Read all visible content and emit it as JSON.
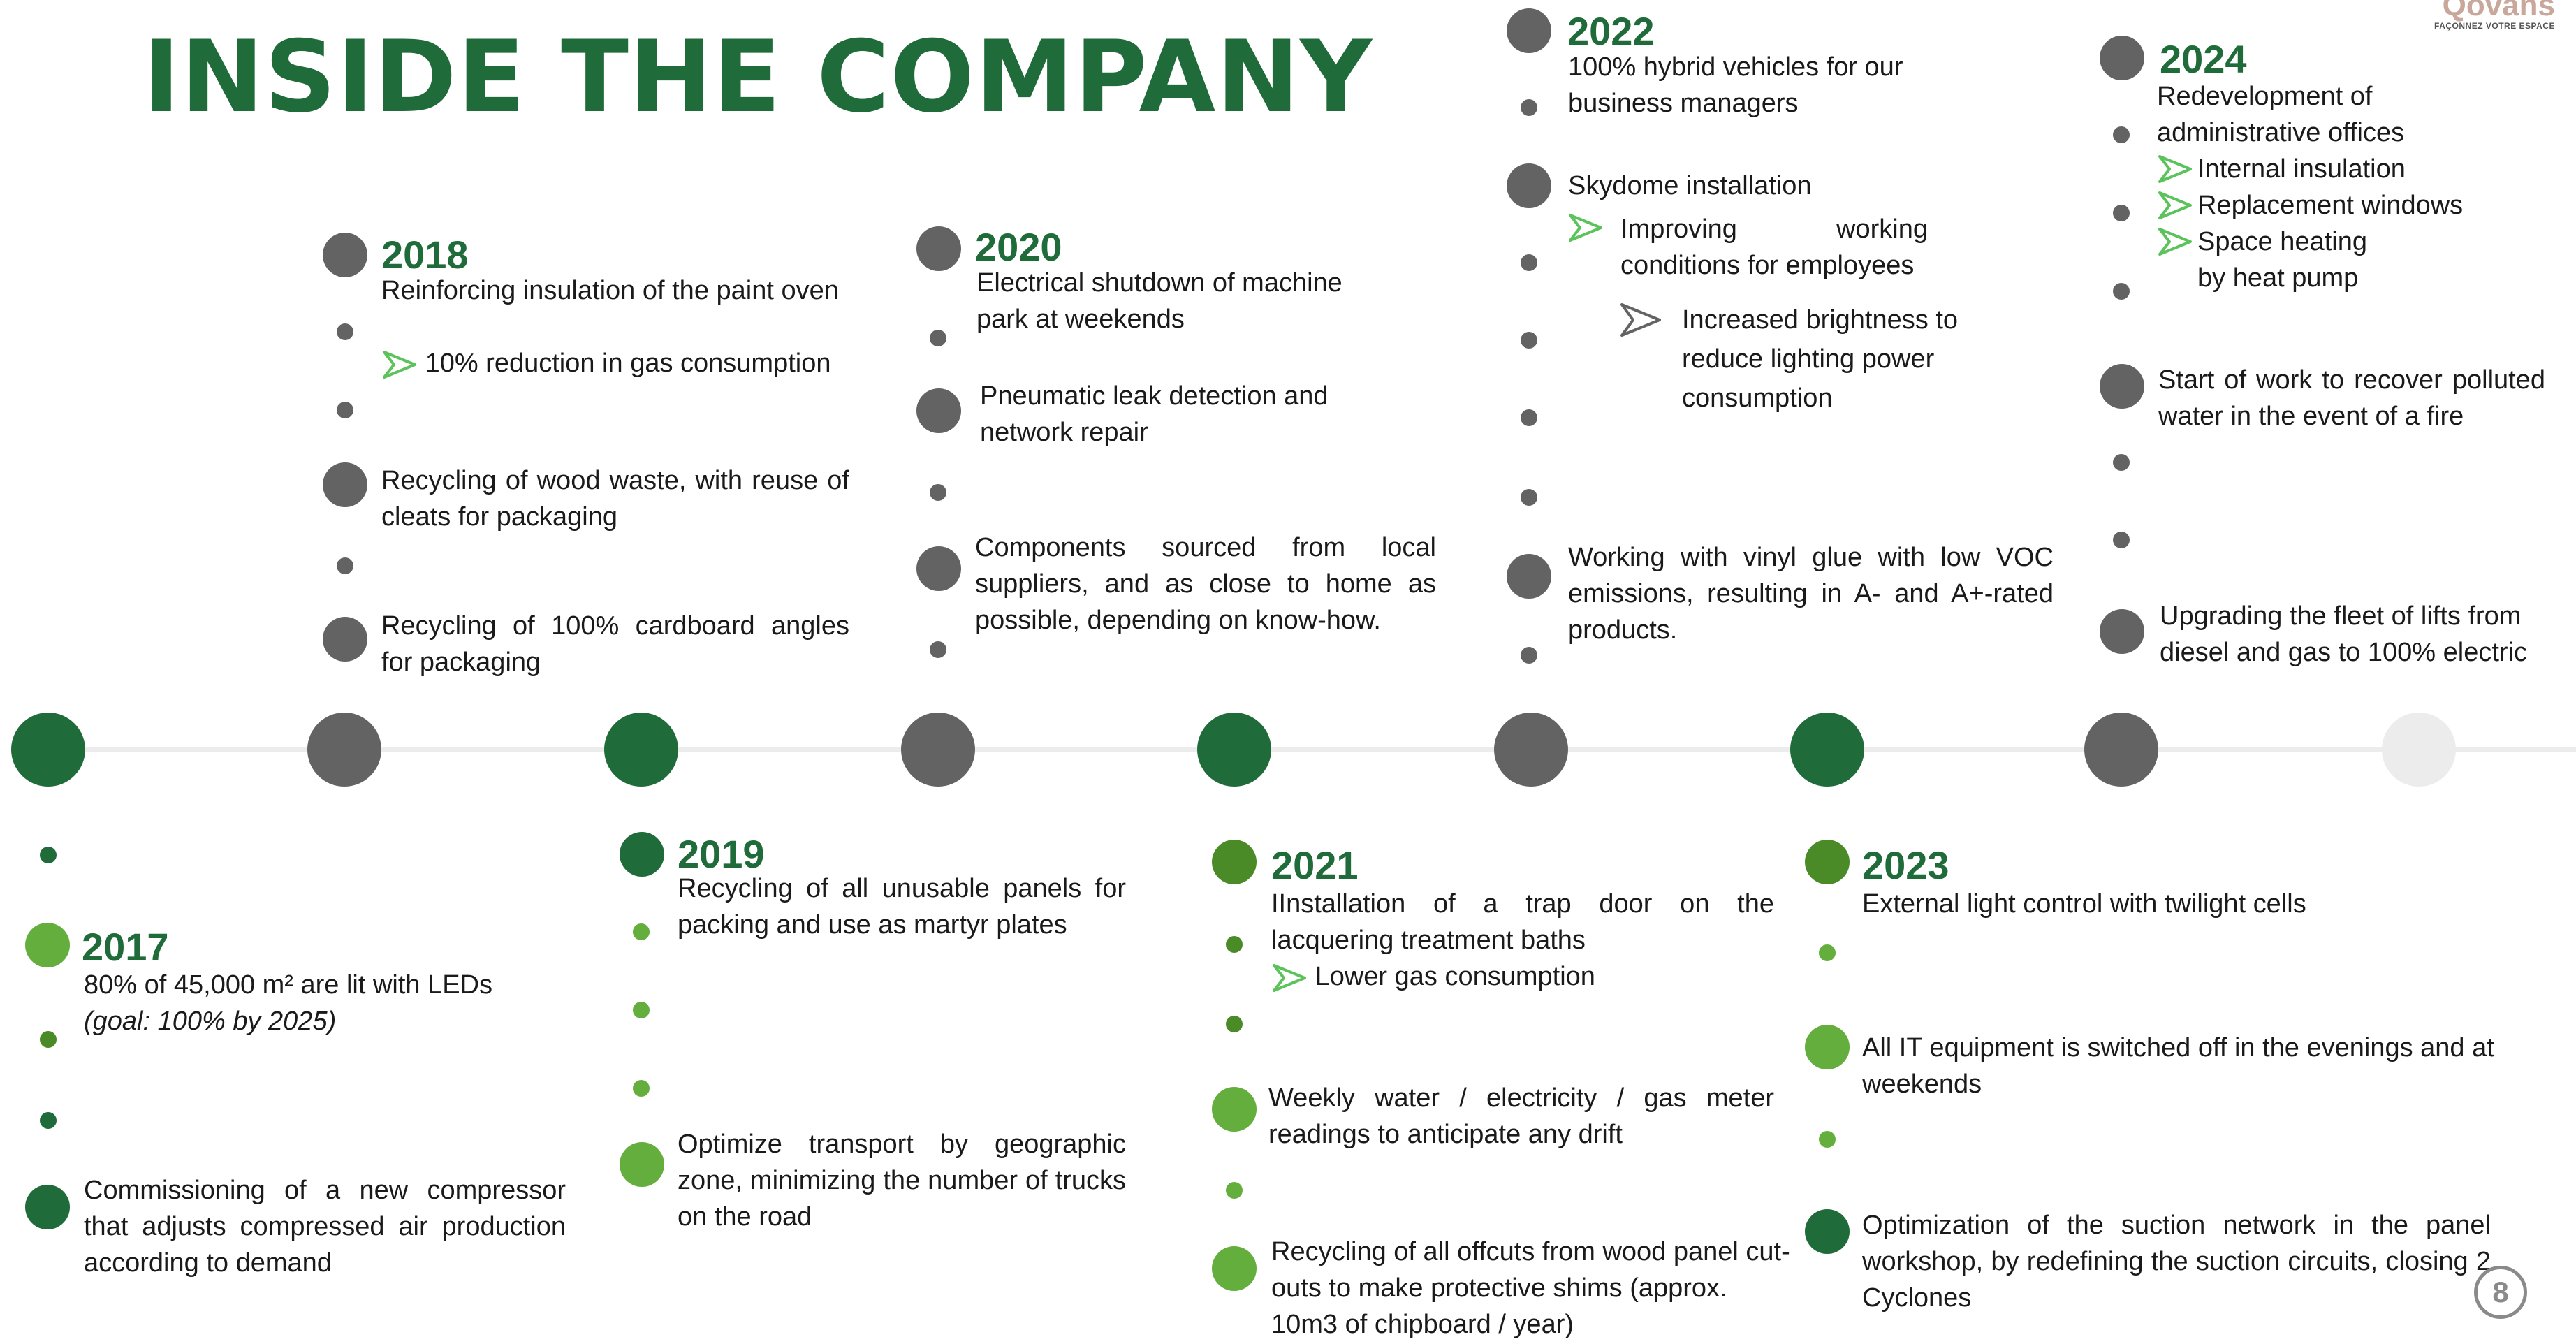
{
  "title": "INSIDE THE COMPANY",
  "logo": {
    "brand": "Qovans",
    "tagline": "FAÇONNEZ VOTRE ESPACE"
  },
  "page_number": "8",
  "colors": {
    "dark_green": "#1f6b3a",
    "mid_green": "#4a8b28",
    "light_green": "#63ae3c",
    "gray": "#636363",
    "arrow_green": "#5cc35c"
  },
  "y2017": {
    "year": "2017",
    "item1": "80% of 45,000 m² are lit with LEDs",
    "item1_note": "(goal: 100% by 2025)",
    "item2": "Commissioning of a new compressor that adjusts compressed air production according to demand"
  },
  "y2018": {
    "year": "2018",
    "item1": "Reinforcing insulation of the paint oven",
    "item1_sub": "10% reduction in gas consumption",
    "item2": "Recycling of wood waste, with reuse of cleats for packaging",
    "item3": "Recycling of 100% cardboard angles for packaging"
  },
  "y2019": {
    "year": "2019",
    "item1": "Recycling of all unusable panels for packing and use as martyr plates",
    "item2": "Optimize transport by geographic zone, minimizing the number of trucks on the road"
  },
  "y2020": {
    "year": "2020",
    "item1": "Electrical shutdown of machine park at weekends",
    "item2": "Pneumatic leak detection and network repair",
    "item3": "Components sourced from local suppliers, and as close to home as possible, depending on know-how."
  },
  "y2021": {
    "year": "2021",
    "item1": "IInstallation of a trap door on the lacquering treatment baths",
    "item1_sub": "Lower gas consumption",
    "item2": "Weekly water / electricity / gas meter readings to anticipate any drift",
    "item3": "Recycling of all offcuts from wood panel cut-outs to make protective shims (approx. 10m3 of chipboard / year)"
  },
  "y2022": {
    "year": "2022",
    "item1": "100% hybrid vehicles for our business managers",
    "item2": "Skydome installation",
    "item2_sub1": "Improving working conditions for employees",
    "item2_sub2": "Increased brightness to reduce lighting power consumption",
    "item3": "Working with vinyl glue with low VOC emissions, resulting in A- and A+-rated products."
  },
  "y2023": {
    "year": "2023",
    "item1": "External light control with twilight cells",
    "item2": "All IT equipment is switched off in the evenings and at weekends",
    "item3": "Optimization of the suction network in the panel workshop, by redefining the suction circuits, closing 2 Cyclones"
  },
  "y2024": {
    "year": "2024",
    "item1": "Redevelopment of administrative offices",
    "item1_sub1": "Internal insulation",
    "item1_sub2": "Replacement windows",
    "item1_sub3": "Space heating",
    "item1_sub3_cont": "by heat pump",
    "item2": "Start of work to recover polluted water in the event of a fire",
    "item3": "Upgrading the fleet of lifts from diesel and gas to 100% electric"
  }
}
